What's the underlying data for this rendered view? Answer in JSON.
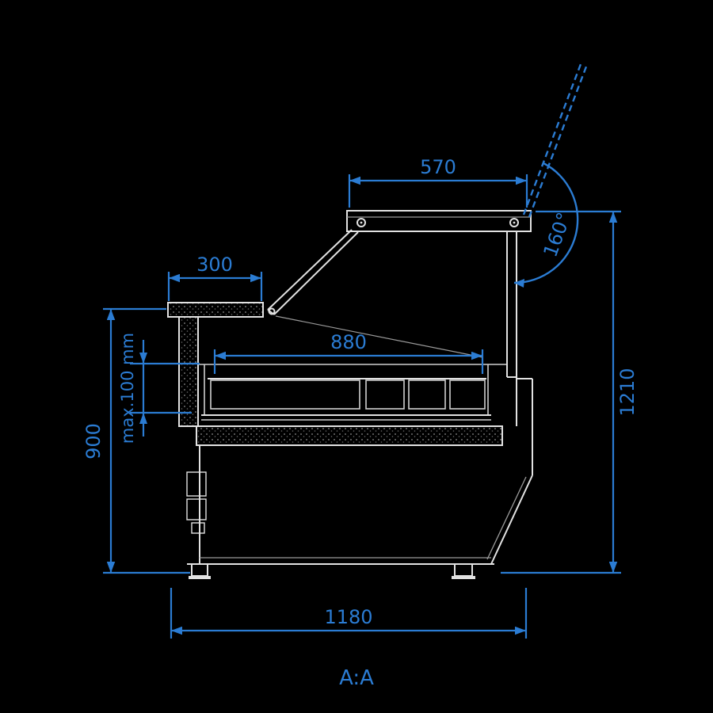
{
  "section_label": "A:A",
  "dimensions": {
    "top_width": "570",
    "shelf_depth": "300",
    "inner_width": "880",
    "pan_depth": "max.100 mm",
    "front_height": "900",
    "total_height": "1210",
    "total_length": "1180",
    "lid_angle": "160°"
  },
  "colors": {
    "background": "#000000",
    "dimension_blue": "#2b7cd3",
    "outline_light": "#e2e2e2",
    "outline_gray": "#9a9a9a"
  }
}
